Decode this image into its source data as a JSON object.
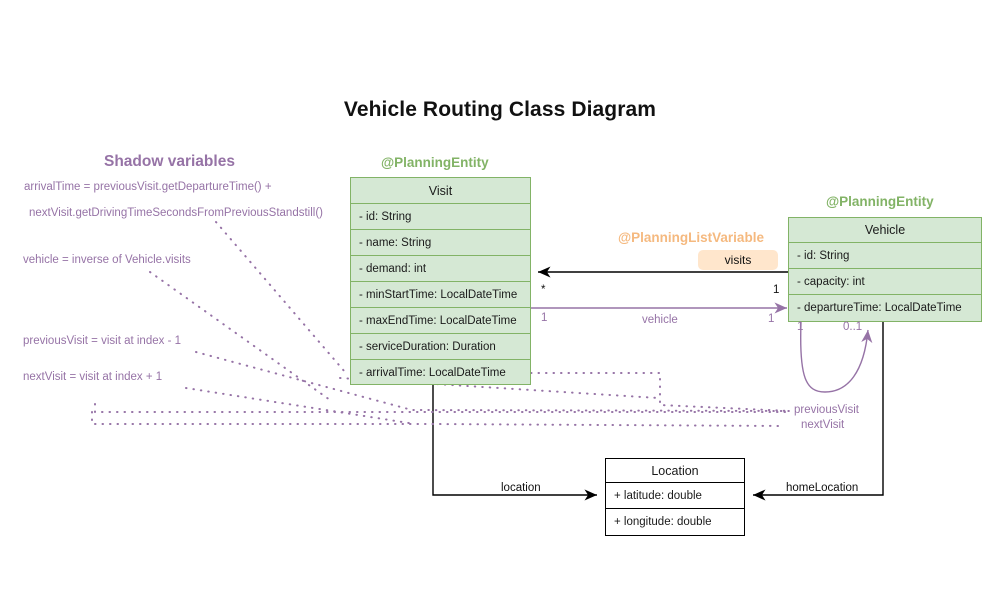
{
  "diagram": {
    "title": "Vehicle Routing Class Diagram",
    "colors": {
      "entity_green_fill": "#d5e8d4",
      "entity_green_stroke": "#82b366",
      "shadow_purple": "#9673a6",
      "list_variable_orange": "#f5b97f",
      "badge_fill": "#ffe6cc",
      "plain_stroke": "#000000"
    }
  },
  "shadow_panel": {
    "title": "Shadow variables",
    "lines": [
      "arrivalTime = previousVisit.getDepartureTime() +",
      "nextVisit.getDrivingTimeSecondsFromPreviousStandstill()",
      "vehicle = inverse of Vehicle.visits",
      "previousVisit = visit at index - 1",
      "nextVisit = visit at index + 1"
    ]
  },
  "classes": {
    "visit": {
      "stereotype": "@PlanningEntity",
      "name": "Visit",
      "attributes": [
        {
          "text": "- id: String",
          "shadow": false
        },
        {
          "text": "- name: String",
          "shadow": false
        },
        {
          "text": "- demand: int",
          "shadow": false
        },
        {
          "text": "- minStartTime: LocalDateTime",
          "shadow": false
        },
        {
          "text": "- maxEndTime: LocalDateTime",
          "shadow": false
        },
        {
          "text": "- serviceDuration: Duration",
          "shadow": false
        },
        {
          "text": "- arrivalTime: LocalDateTime",
          "shadow": true
        }
      ]
    },
    "vehicle": {
      "stereotype": "@PlanningEntity",
      "name": "Vehicle",
      "attributes": [
        {
          "text": "- id: String",
          "shadow": false
        },
        {
          "text": "- capacity: int",
          "shadow": false
        },
        {
          "text": "- departureTime: LocalDateTime",
          "shadow": false
        }
      ]
    },
    "location": {
      "name": "Location",
      "attributes": [
        {
          "text": "+ latitude: double",
          "shadow": false
        },
        {
          "text": "+ longitude: double",
          "shadow": false
        }
      ]
    }
  },
  "associations": {
    "visits": {
      "stereotype": "@PlanningListVariable",
      "badge": "visits",
      "source_multiplicity": "1",
      "target_multiplicity": "*"
    },
    "vehicle": {
      "label": "vehicle",
      "source_multiplicity": "1",
      "target_multiplicity": "1"
    },
    "chain": {
      "previous_label": "previousVisit",
      "next_label": "nextVisit",
      "self_loop_from": "1",
      "self_loop_to": "0..1"
    },
    "location": {
      "label": "location"
    },
    "home_location": {
      "label": "homeLocation"
    }
  }
}
